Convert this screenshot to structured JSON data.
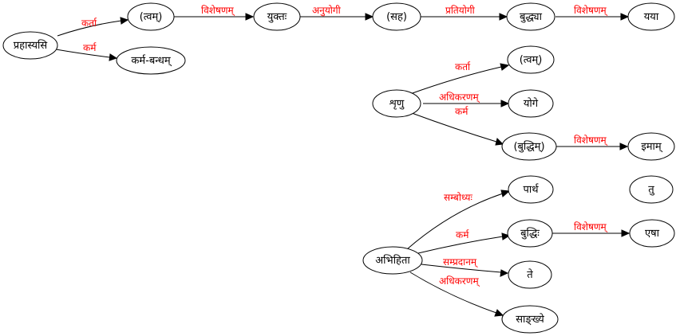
{
  "diagram": {
    "label_color": "#ff0000",
    "nodes": {
      "prahasyasi": "प्रहास्यसि",
      "tvam1": "(त्वम्)",
      "karmabandham": "कर्म-बन्धम्",
      "yuktah": "युक्तः",
      "saha": "(सह)",
      "buddhya": "बुद्ध्या",
      "yaya": "यया",
      "shrinu": "शृणु",
      "tvam2": "(त्वम्)",
      "yoge": "योगे",
      "buddhim": "(बुद्धिम्)",
      "imam": "इमाम्",
      "partha": "पार्थ",
      "tu": "तु",
      "abhihita": "अभिहिता",
      "buddhih": "बुद्धिः",
      "esha": "एषा",
      "te": "ते",
      "sankhye": "साङ्ख्ये"
    },
    "edges": {
      "e1": "कर्ता",
      "e2": "कर्म",
      "e3": "विशेषणम्",
      "e4": "अनुयोगी",
      "e5": "प्रतियोगी",
      "e6": "विशेषणम्",
      "e7": "कर्ता",
      "e8": "अधिकरणम्",
      "e9": "कर्म",
      "e10": "विशेषणम्",
      "e11": "सम्बोध्यः",
      "e12": "कर्म",
      "e13": "विशेषणम्",
      "e14": "सम्प्रदानम्",
      "e15": "अधिकरणम्"
    }
  }
}
